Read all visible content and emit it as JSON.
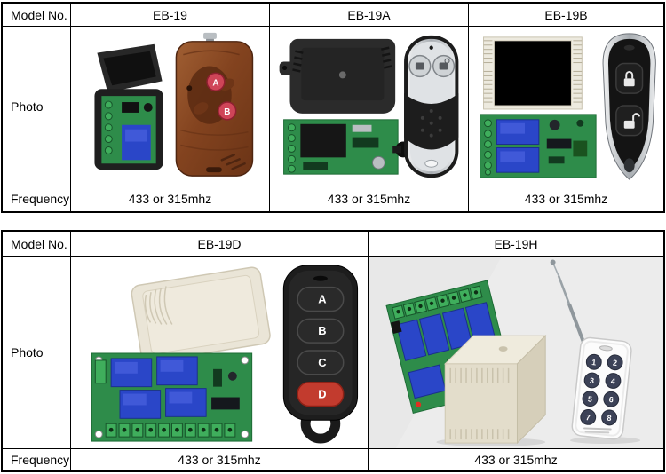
{
  "row_labels": {
    "model": "Model No.",
    "photo": "Photo",
    "frequency": "Frequency"
  },
  "tables": [
    {
      "columns": [
        {
          "model": "EB-19",
          "frequency": "433 or 315mhz"
        },
        {
          "model": "EB-19A",
          "frequency": "433 or 315mhz"
        },
        {
          "model": "EB-19B",
          "frequency": "433 or 315mhz"
        }
      ]
    },
    {
      "columns": [
        {
          "model": "EB-19D",
          "frequency": "433 or 315mhz"
        },
        {
          "model": "EB-19H",
          "frequency": "433 or 315mhz"
        }
      ]
    }
  ],
  "photos": {
    "eb19": {
      "buttons": [
        "A",
        "B"
      ]
    },
    "eb19d": {
      "buttons": [
        "A",
        "B",
        "C",
        "D"
      ]
    },
    "eb19h": {
      "buttons": [
        "1",
        "2",
        "3",
        "4",
        "5",
        "6",
        "7",
        "8"
      ]
    }
  },
  "colors": {
    "table_border": "#000000",
    "pcb_green": "#2e8c4a",
    "relay_blue": "#2a46c8",
    "wood_brown": "#8a4a28",
    "ab_button_red": "#cf4558",
    "d_button_red": "#c23b2e",
    "enclosure_beige": "#e9e4d6",
    "photo_gray_background": "#e8e8e8",
    "keypad_button_navy": "#3c4257"
  }
}
